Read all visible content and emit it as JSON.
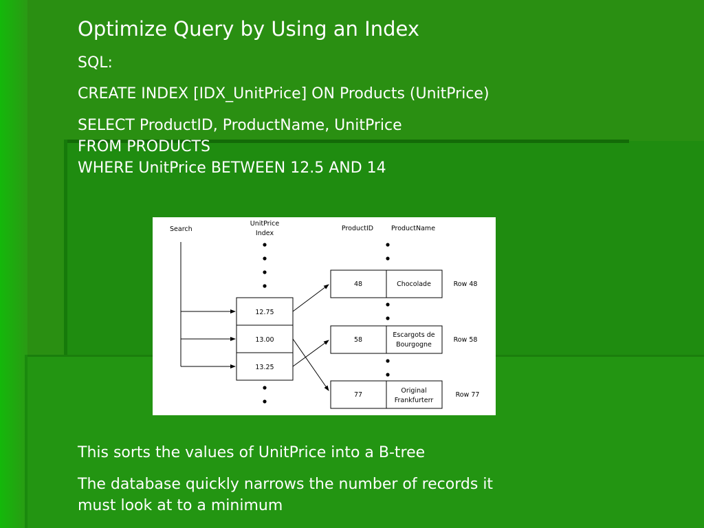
{
  "slide": {
    "title": "Optimize Query by Using an Index",
    "sql_label": "SQL:",
    "create_statement": "CREATE INDEX [IDX_UnitPrice] ON Products (UnitPrice)",
    "select_lines": [
      "SELECT ProductID, ProductName, UnitPrice",
      "FROM PRODUCTS",
      "WHERE UnitPrice BETWEEN 12.5 AND 14"
    ],
    "notes": [
      "This sorts the values of UnitPrice into a B-tree",
      "The database quickly narrows the number of records it",
      "must look at to a minimum"
    ]
  },
  "diagram": {
    "headers": {
      "search": "Search",
      "index_line1": "UnitPrice",
      "index_line2": "Index",
      "product_id": "ProductID",
      "product_name": "ProductName"
    },
    "index_entries": [
      "12.75",
      "13.00",
      "13.25"
    ],
    "rows": [
      {
        "id": "48",
        "name_line1": "Chocolade",
        "name_line2": "",
        "label": "Row 48"
      },
      {
        "id": "58",
        "name_line1": "Escargots de",
        "name_line2": "Bourgogne",
        "label": "Row 58"
      },
      {
        "id": "77",
        "name_line1": "Original",
        "name_line2": "Frankfurterr",
        "label": "Row 77"
      }
    ]
  }
}
